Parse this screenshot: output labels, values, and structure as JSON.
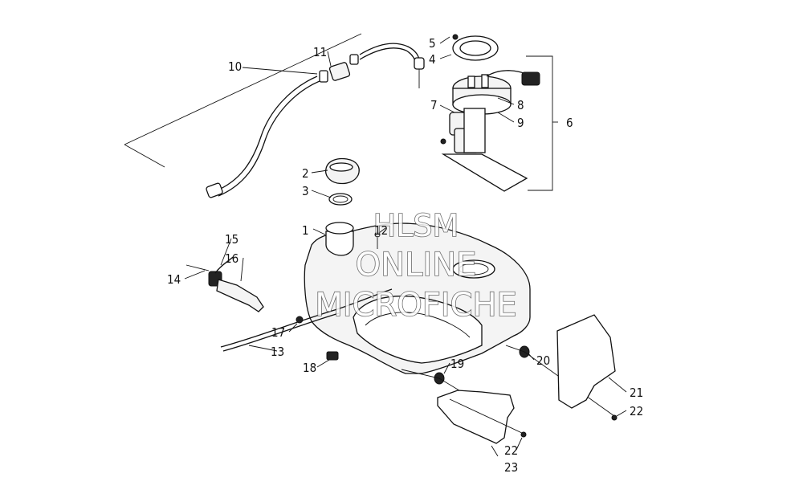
{
  "callouts": [
    "1",
    "2",
    "3",
    "4",
    "5",
    "6",
    "7",
    "8",
    "9",
    "10",
    "11",
    "12",
    "13",
    "14",
    "15",
    "16",
    "17",
    "18",
    "19",
    "20",
    "21",
    "22",
    "22",
    "23"
  ],
  "watermark": {
    "line1": "HLSM",
    "line2": "ONLINE",
    "line3": "MICROFICHE"
  }
}
